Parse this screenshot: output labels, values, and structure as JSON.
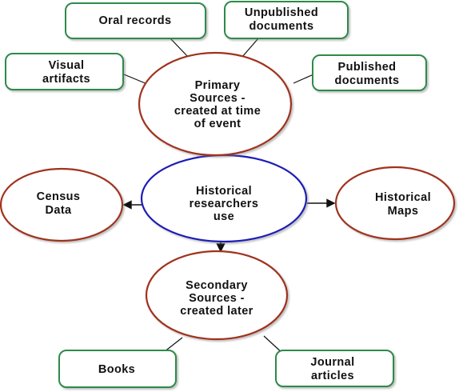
{
  "center": {
    "lines": [
      "Historical",
      "researchers",
      "use"
    ]
  },
  "primary": {
    "lines": [
      "Primary",
      "Sources -",
      "created at  time",
      "of event"
    ]
  },
  "secondary": {
    "lines": [
      "Secondary",
      "Sources -",
      "created later"
    ]
  },
  "census": {
    "lines": [
      "Census",
      "Data"
    ]
  },
  "maps": {
    "lines": [
      "Historical",
      "Maps"
    ]
  },
  "oral_records": {
    "lines": [
      "Oral records"
    ]
  },
  "unpublished": {
    "lines": [
      "Unpublished",
      "documents"
    ]
  },
  "visual_artifacts": {
    "lines": [
      "Visual",
      "artifacts"
    ]
  },
  "published": {
    "lines": [
      "Published",
      "documents"
    ]
  },
  "books": {
    "lines": [
      "Books"
    ]
  },
  "journal": {
    "lines": [
      "Journal",
      "articles"
    ]
  },
  "colors": {
    "center_stroke": "#1a1ab8",
    "circle_stroke": "#a0301c",
    "box_stroke": "#2e8a4a",
    "connector": "#111111"
  }
}
